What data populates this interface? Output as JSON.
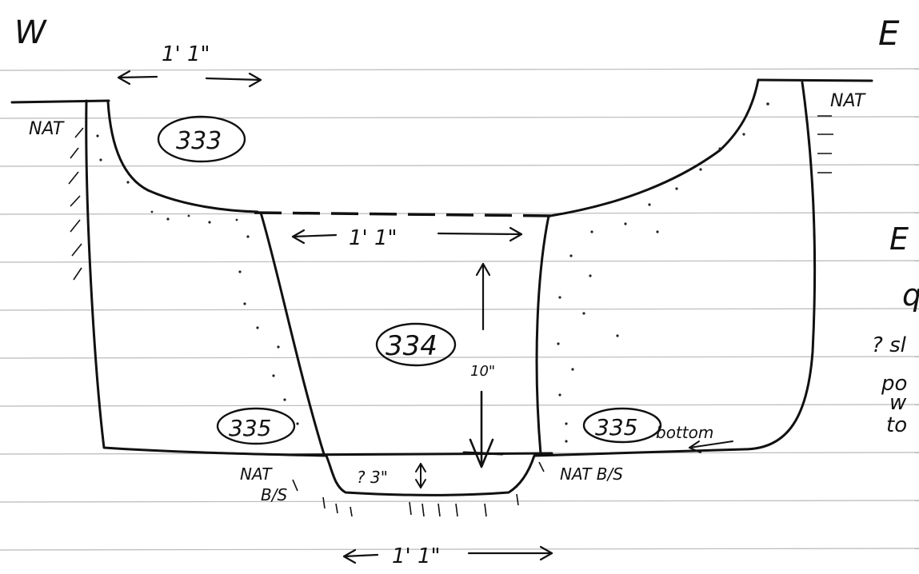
{
  "compass": {
    "west": "W",
    "east": "E"
  },
  "context_labels": {
    "upper_left_nat": "NAT",
    "upper_right_nat": "NAT",
    "lower_left_nat": "NAT",
    "lower_left_bs": "B/S",
    "lower_right_nat_bs": "NAT B/S",
    "bottom_label": "bottom"
  },
  "contexts": {
    "upper": "333",
    "middle": "334",
    "lower_left": "335",
    "lower_right": "335"
  },
  "dimensions": {
    "top_width": "1' 1\"",
    "mid_width": "1' 1\"",
    "bottom_width": "1' 1\"",
    "depth": "10\"",
    "base_depth": "? 3\""
  },
  "margin_note": {
    "line1": "E",
    "line2": "q",
    "line3": "? sl",
    "line4": "po",
    "line5": "w",
    "line6": "to"
  },
  "colors": {
    "ink": "#111111",
    "paper": "#ffffff",
    "ruled_lines": "#b9b9b9"
  }
}
